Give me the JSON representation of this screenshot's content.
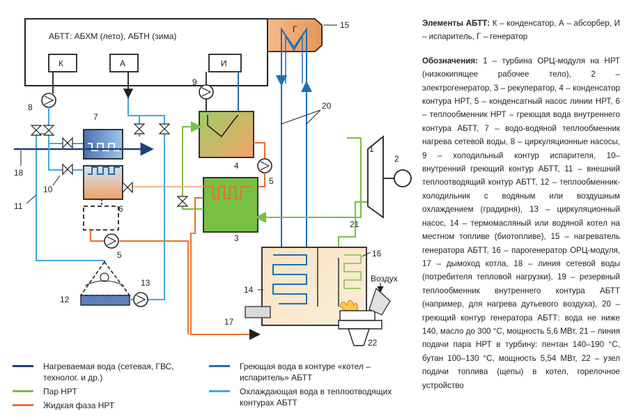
{
  "main_block": {
    "label": "АБТТ: АБХМ (лето), АБТН (зима)"
  },
  "block_letters": {
    "k": "К",
    "a": "А",
    "i": "И",
    "g": "Г"
  },
  "numbers": {
    "n1": "1",
    "n2": "2",
    "n3": "3",
    "n4": "4",
    "n5": "5",
    "n5b": "5",
    "n6": "6",
    "n7": "7",
    "n8": "8",
    "n9": "9",
    "n10": "10",
    "n11": "11",
    "n12": "12",
    "n13": "13",
    "n14": "14",
    "n15": "15",
    "n16": "16",
    "n17": "17",
    "n18": "18",
    "n20": "20",
    "n21": "21",
    "n22": "22"
  },
  "air_label": "Воздух",
  "colors": {
    "dark_blue": "#1f3f7a",
    "steam_green": "#77c043",
    "liquid_orange": "#e8702a",
    "hot_blue": "#1b6fb8",
    "cool_blue": "#3fa9e0",
    "grey_box": "#d9d9d9"
  },
  "legend": {
    "heated": "Нагреваемая  вода (сетевая, ГВС, технолог. и др.)",
    "steam": "Пар НРТ",
    "liquid": "Жидкая фаза НРТ",
    "hot_water": "Греющая вода в контуре «котел – испаритель» АБТТ",
    "cool_water": "Охлаждающая вода в теплоотводящих контурах АБТТ"
  },
  "side": {
    "elements_title": "Элементы АБТТ:",
    "elements_text": "К – конденсатор, А – абсорбер, И – испаритель, Г – генератор",
    "notation_title": "Обозначения:",
    "notation_text": "1 – турбина ОРЦ-модуля на НРТ (низкокипящее рабочее тело), 2 – электрогенератор, 3 – рекуператор, 4 – конденсатор контура НРТ, 5 – конденсатный насос линии НРТ, 6 – теплообменник НРТ – греющая вода внутреннего контура АБТТ, 7 – водо-водяной теплообменник нагрева сетевой воды, 8 – циркуляционные насосы, 9 – холодильный контур испарителя, 10– внутренний греющий контур АБТТ, 11 – внешний теплоотводящий контур АБТТ, 12 – теплообменник-холодильник с водяным или воздушным охлаждением (градирня), 13 – циркуляционный насос, 14 – термомасляный или водяной котел на местном топливе (биотопливе), 15 – нагреватель генератора АБТТ, 16 – парогенератор ОРЦ-модуля, 17 – дымоход котла, 18 – линия сетевой воды (потребителя тепловой нагрузки), 19 – резервный теплообменник внутреннего контура АБТТ (например, для нагрева дутьевого воздуха), 20 – греющий контур генератора АБТТ: вода не ниже 140, масло до 300 °С, мощность 5,6 МВт, 21 – линия подачи пара НРТ в турбину: пентан 140–190 °С, бутан 100–130 °С, мощность 5,54 МВт, 22 – узел подачи топлива (щепы) в котел, горелочное устройство"
  }
}
